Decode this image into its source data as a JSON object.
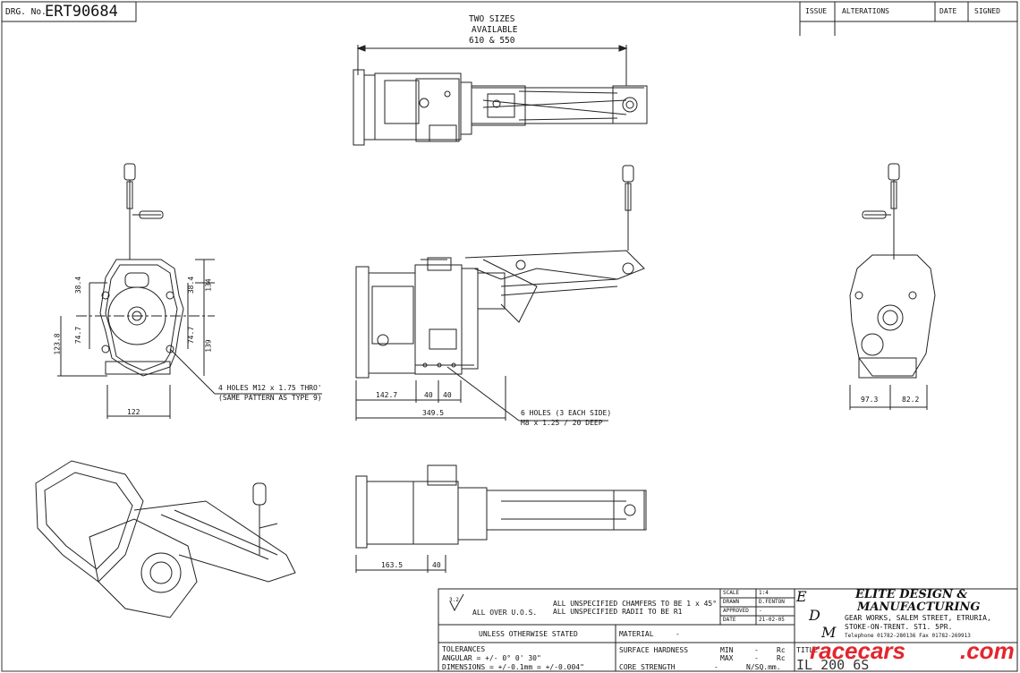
{
  "drawing": {
    "number_label": "DRG. No.",
    "number": "ERT90684"
  },
  "revision_table": {
    "headers": [
      "ISSUE",
      "ALTERATIONS",
      "DATE",
      "SIGNED"
    ]
  },
  "top_note": {
    "line1": "TWO SIZES",
    "line2": "AVAILABLE",
    "line3": "610  &  550"
  },
  "front_view_dims": {
    "d1": "38.4",
    "d2": "38.4",
    "d3": "134",
    "d4": "74.7",
    "d5": "74.7",
    "d6": "123.8",
    "d7": "139",
    "width": "122",
    "note_line1": "4 HOLES M12 x 1.75 THRO'",
    "note_line2": "(SAME PATTERN AS TYPE 9)"
  },
  "side_view_dims": {
    "d1": "142.7",
    "d2": "40",
    "d3": "40",
    "overall": "349.5",
    "note_line1": "6 HOLES (3 EACH SIDE)",
    "note_line2": "M8 x 1.25  / 20 DEEP"
  },
  "rear_view_dims": {
    "d1": "97.3",
    "d2": "82.2"
  },
  "bottom_view_dims": {
    "d1": "163.5",
    "d2": "40"
  },
  "title_block": {
    "surface_symbol": "3.2",
    "all_over": "ALL OVER U.O.S.",
    "chamfers": "ALL UNSPECIFIED CHAMFERS TO BE 1 x 45°",
    "radii": "ALL UNSPECIFIED RADII TO BE R1",
    "scale_label": "SCALE",
    "scale_value": "1:4",
    "drawn_label": "DRAWN",
    "drawn_value": "D.FENTON",
    "approved_label": "APPROVED",
    "approved_value": "-",
    "date_label": "DATE",
    "date_value": "21-02-05",
    "unless": "UNLESS OTHERWISE STATED",
    "material_label": "MATERIAL",
    "material_value": "-",
    "tolerances": "TOLERANCES",
    "angular": "ANGULAR       = +/-  0°  0'  30\"",
    "dimensions": "DIMENSIONS  = +/-0.1mm  = +/-0.004\"",
    "surface_hardness": "SURFACE HARDNESS",
    "min_label": "MIN",
    "min_value": "-",
    "min_unit": "Rc",
    "max_label": "MAX",
    "max_value": "-",
    "max_unit": "Rc",
    "core_strength": "CORE STRENGTH",
    "core_value": "-",
    "core_unit": "N/SQ.mm.",
    "logo_e": "E",
    "logo_d": "D",
    "logo_m": "M",
    "company_line1": "ELITE  DESIGN  &",
    "company_line2": "MANUFACTURING",
    "address1": "GEAR WORKS, SALEM STREET, ETRURIA,",
    "address2": "STOKE-ON-TRENT.  ST1. 5PR.",
    "phone": "Telephone  01782-280136   Fax  01782-269913",
    "title_label": "TITLE",
    "title_value": "IL  200  6S"
  },
  "watermark": {
    "part1": "racecars",
    "part2": ".com"
  }
}
